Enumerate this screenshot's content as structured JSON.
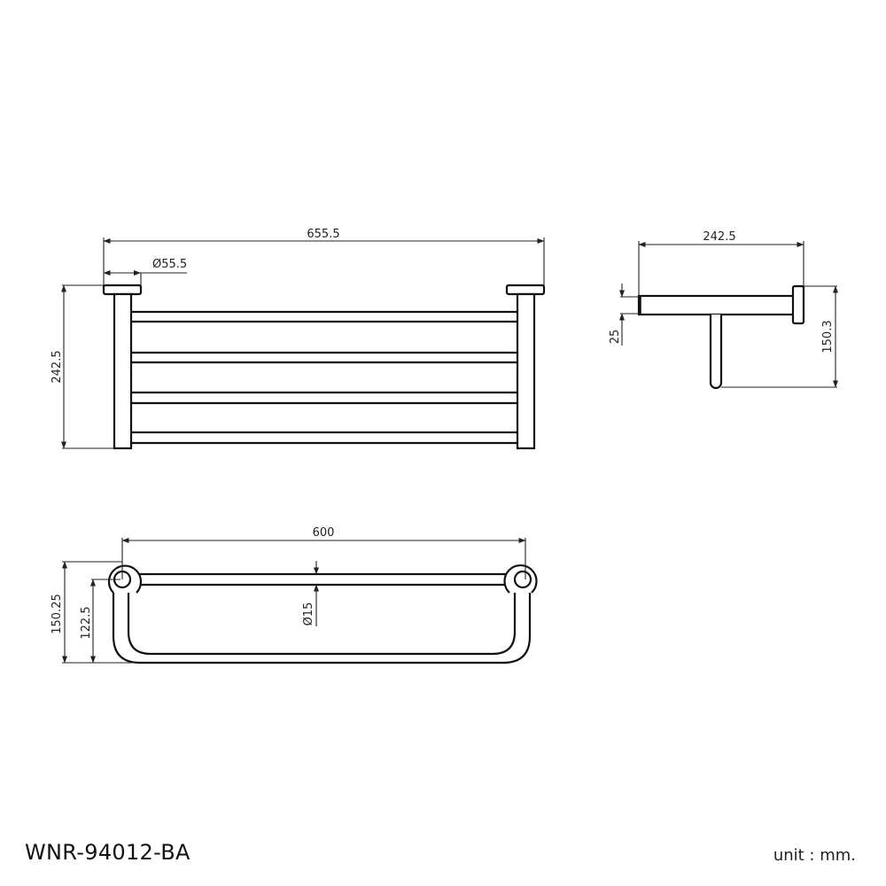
{
  "drawing": {
    "model_number": "WNR-94012-BA",
    "unit_label": "unit : mm.",
    "front_view": {
      "overall_width": "655.5",
      "flange_diameter": "Ø55.5",
      "height": "242.5"
    },
    "side_view": {
      "depth": "242.5",
      "flange_thickness": "25",
      "height": "150.3"
    },
    "top_view": {
      "bar_length": "600",
      "tube_diameter": "Ø15",
      "outer_depth": "150.25",
      "inner_depth": "122.5"
    }
  }
}
